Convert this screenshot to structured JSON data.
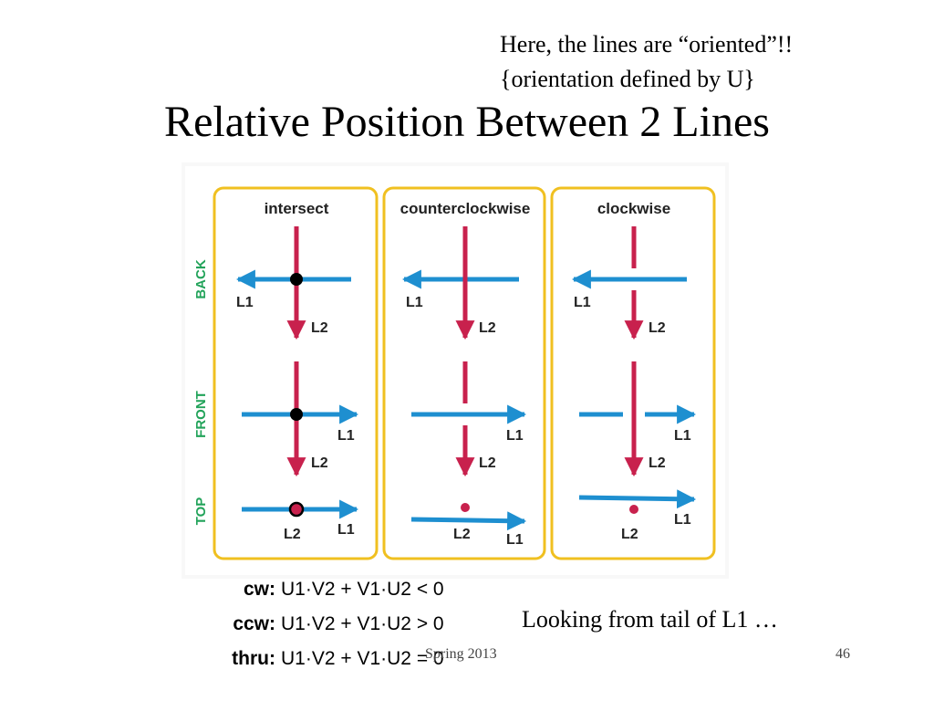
{
  "slide": {
    "note_line1": "Here, the lines are “oriented”!!",
    "note_line2": "{orientation defined by U}",
    "title": "Relative Position Between 2 Lines",
    "caption": "Looking from tail of L1 …",
    "footer_left": "Spring 2013",
    "footer_right": "46"
  },
  "diagram": {
    "columns": [
      "intersect",
      "counterclockwise",
      "clockwise"
    ],
    "rows": [
      "BACK",
      "FRONT",
      "TOP"
    ],
    "line_labels": {
      "l1": "L1",
      "l2": "L2"
    },
    "colors": {
      "l1": "#1e8fd0",
      "l2": "#c8214d",
      "frame": "#f0c020",
      "row_label": "#22a35a"
    }
  },
  "formulas": [
    {
      "name": "cw:",
      "expr": "U1·V2 + V1·U2 < 0"
    },
    {
      "name": "ccw:",
      "expr": "U1·V2 + V1·U2 > 0"
    },
    {
      "name": "thru:",
      "expr": "U1·V2 + V1·U2 = 0"
    }
  ]
}
